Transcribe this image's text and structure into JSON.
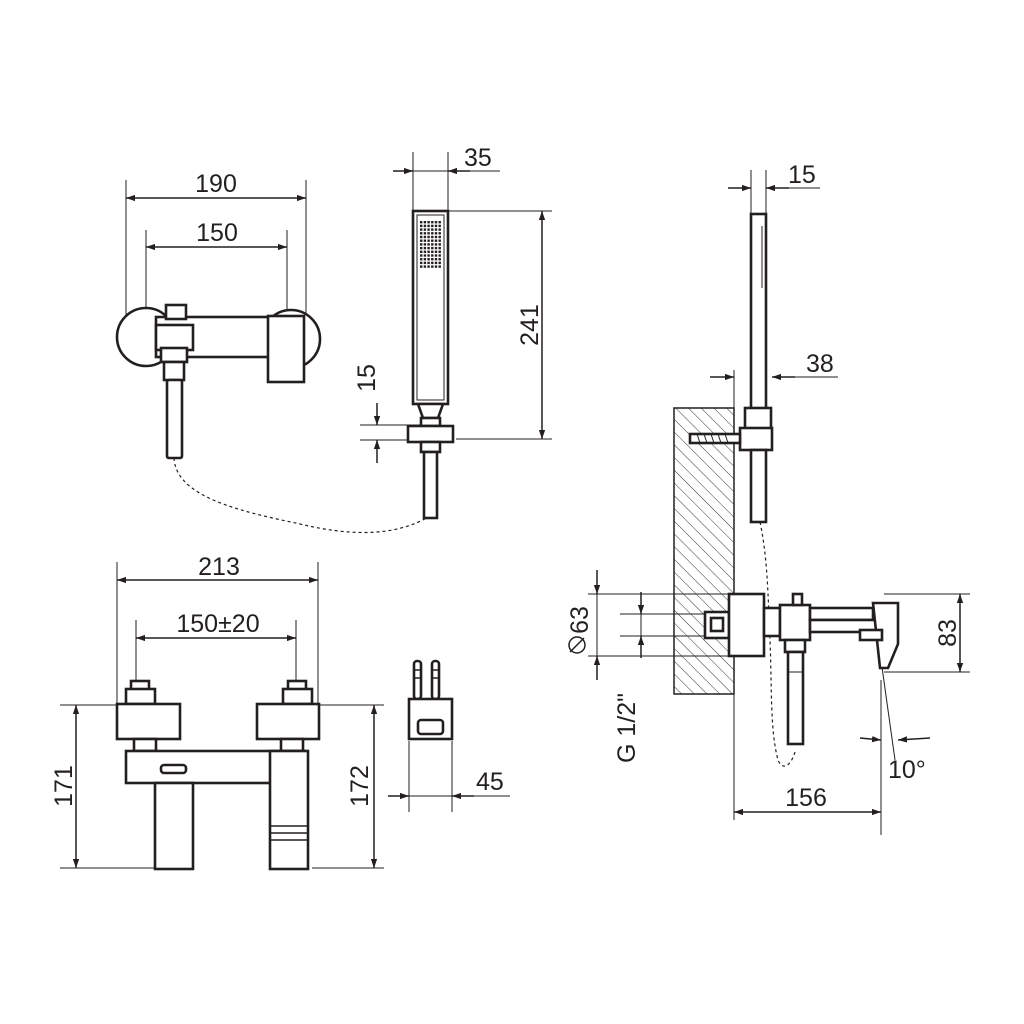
{
  "dimensions": {
    "top_width_total": "190",
    "top_width_centers": "150",
    "handshower_width": "35",
    "handshower_length": "241",
    "handshower_connector": "15",
    "front_width_total": "213",
    "front_width_centers": "150±20",
    "front_height_left": "171",
    "front_height_right": "172",
    "connector_depth": "45",
    "side_rail_width": "15",
    "side_bracket_depth": "38",
    "side_diameter": "63",
    "side_thread": "G 1/2\"",
    "side_height": "83",
    "side_projection": "156",
    "side_spout_angle": "10°"
  },
  "colors": {
    "line": "#231f20",
    "background": "#ffffff"
  }
}
